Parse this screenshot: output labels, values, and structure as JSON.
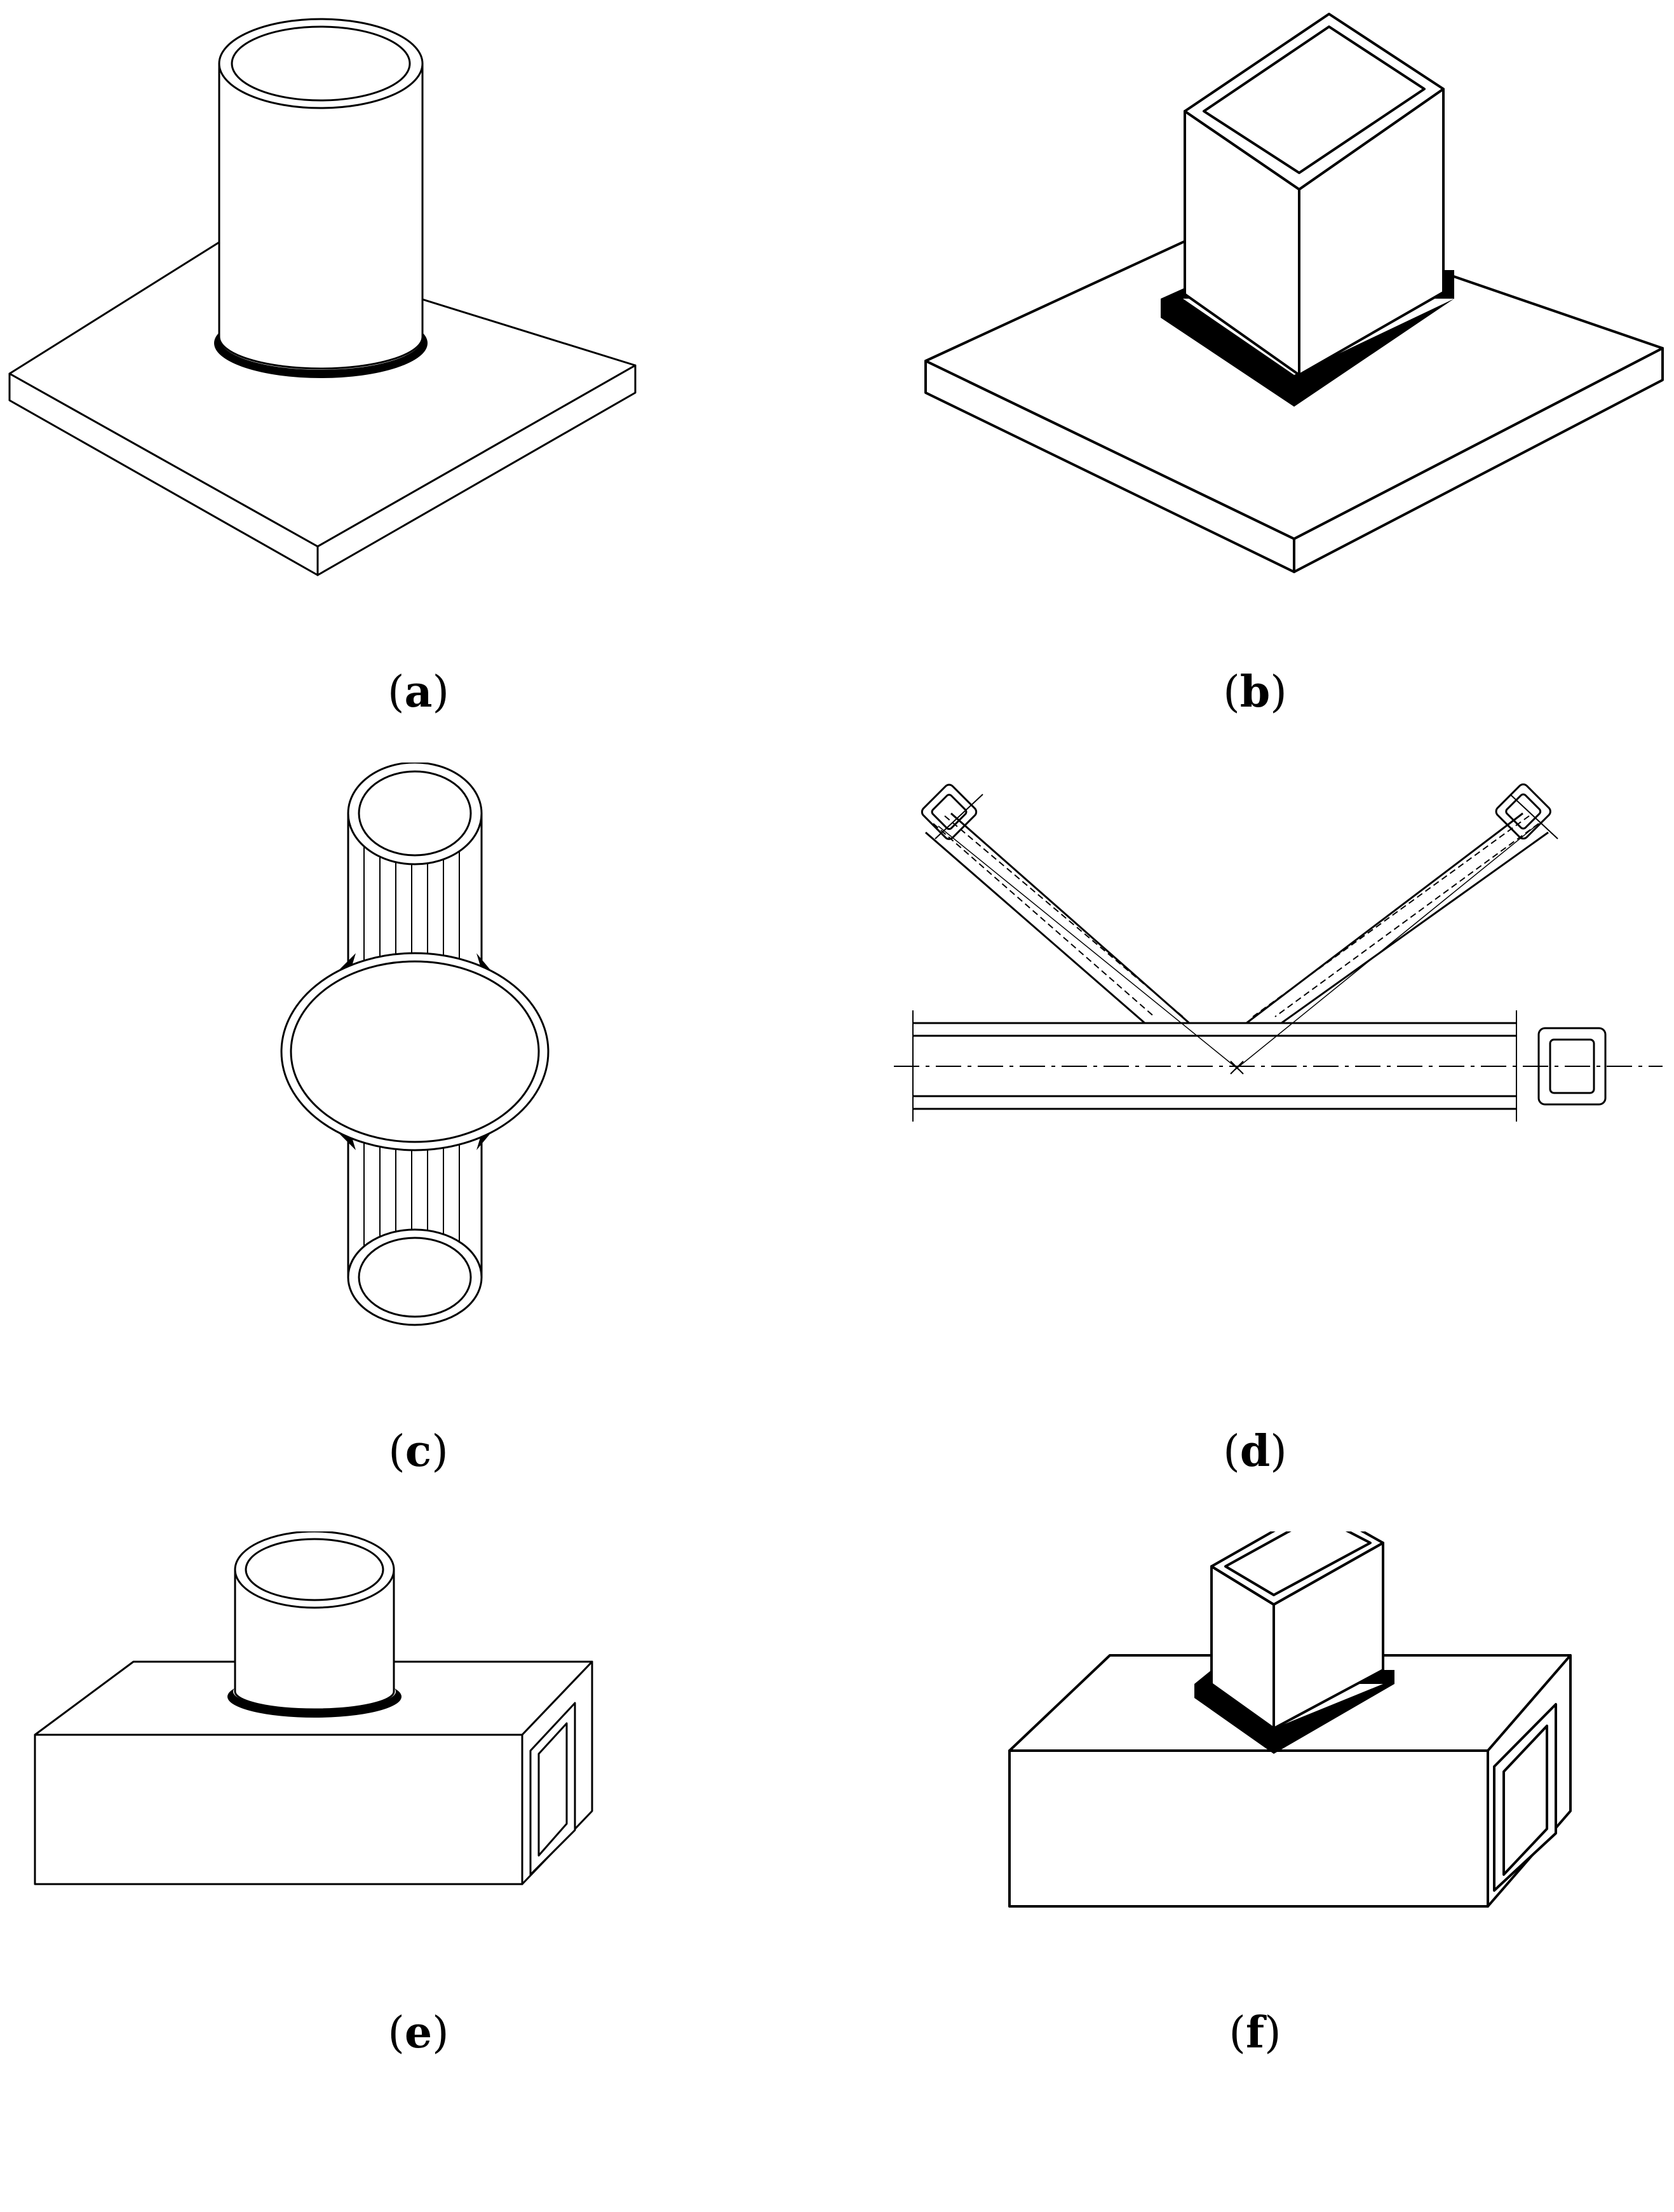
{
  "figure": {
    "panels": [
      {
        "id": "a",
        "letter": "a",
        "open": "(",
        "close": ")"
      },
      {
        "id": "b",
        "letter": "b",
        "open": "(",
        "close": ")"
      },
      {
        "id": "c",
        "letter": "c",
        "open": "(",
        "close": ")"
      },
      {
        "id": "d",
        "letter": "d",
        "open": "(",
        "close": ")"
      },
      {
        "id": "e",
        "letter": "e",
        "open": "(",
        "close": ")"
      },
      {
        "id": "f",
        "letter": "f",
        "open": "(",
        "close": ")"
      }
    ]
  },
  "colors": {
    "line": "#000000",
    "fill": "#ffffff",
    "weld": "#000000"
  }
}
